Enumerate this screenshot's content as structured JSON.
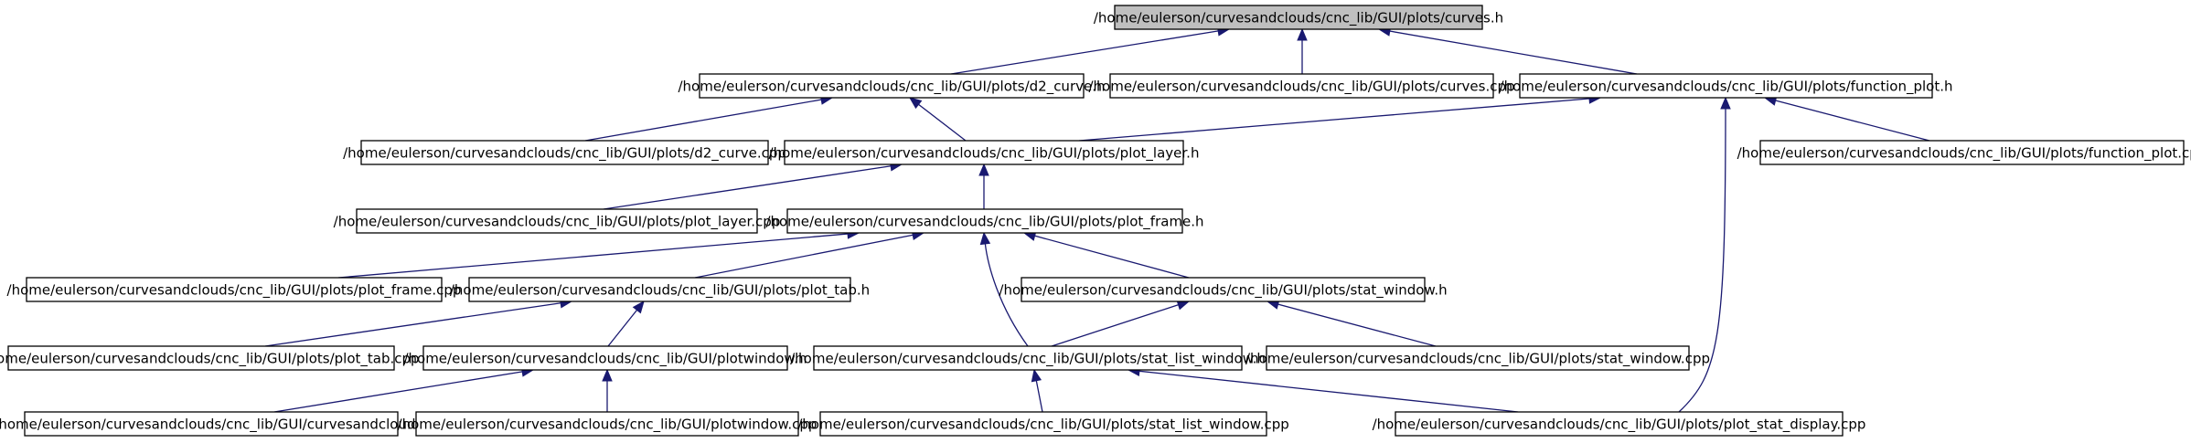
{
  "diagram": {
    "nodes": [
      {
        "id": "curves_h",
        "label": "/home/eulerson/curvesandclouds/cnc_lib/GUI/plots/curves.h",
        "highlighted": true
      },
      {
        "id": "d2_curve_h",
        "label": "/home/eulerson/curvesandclouds/cnc_lib/GUI/plots/d2_curve.h"
      },
      {
        "id": "curves_cpp",
        "label": "/home/eulerson/curvesandclouds/cnc_lib/GUI/plots/curves.cpp"
      },
      {
        "id": "function_plot_h",
        "label": "/home/eulerson/curvesandclouds/cnc_lib/GUI/plots/function_plot.h"
      },
      {
        "id": "d2_curve_cpp",
        "label": "/home/eulerson/curvesandclouds/cnc_lib/GUI/plots/d2_curve.cpp"
      },
      {
        "id": "plot_layer_h",
        "label": "/home/eulerson/curvesandclouds/cnc_lib/GUI/plots/plot_layer.h"
      },
      {
        "id": "function_plot_cpp",
        "label": "/home/eulerson/curvesandclouds/cnc_lib/GUI/plots/function_plot.cpp"
      },
      {
        "id": "plot_layer_cpp",
        "label": "/home/eulerson/curvesandclouds/cnc_lib/GUI/plots/plot_layer.cpp"
      },
      {
        "id": "plot_frame_h",
        "label": "/home/eulerson/curvesandclouds/cnc_lib/GUI/plots/plot_frame.h"
      },
      {
        "id": "plot_frame_cpp",
        "label": "/home/eulerson/curvesandclouds/cnc_lib/GUI/plots/plot_frame.cpp"
      },
      {
        "id": "plot_tab_h",
        "label": "/home/eulerson/curvesandclouds/cnc_lib/GUI/plots/plot_tab.h"
      },
      {
        "id": "stat_window_h",
        "label": "/home/eulerson/curvesandclouds/cnc_lib/GUI/plots/stat_window.h"
      },
      {
        "id": "plot_tab_cpp",
        "label": "/home/eulerson/curvesandclouds/cnc_lib/GUI/plots/plot_tab.cpp"
      },
      {
        "id": "plotwindow_h",
        "label": "/home/eulerson/curvesandclouds/cnc_lib/GUI/plotwindow.h"
      },
      {
        "id": "stat_list_window_h",
        "label": "/home/eulerson/curvesandclouds/cnc_lib/GUI/plots/stat_list_window.h"
      },
      {
        "id": "stat_window_cpp",
        "label": "/home/eulerson/curvesandclouds/cnc_lib/GUI/plots/stat_window.cpp"
      },
      {
        "id": "curvesandcloud_h",
        "label": "/home/eulerson/curvesandclouds/cnc_lib/GUI/curvesandcloud.h"
      },
      {
        "id": "plotwindow_cpp",
        "label": "/home/eulerson/curvesandclouds/cnc_lib/GUI/plotwindow.cpp"
      },
      {
        "id": "stat_list_window_cpp",
        "label": "/home/eulerson/curvesandclouds/cnc_lib/GUI/plots/stat_list_window.cpp"
      },
      {
        "id": "plot_stat_display_cpp",
        "label": "/home/eulerson/curvesandclouds/cnc_lib/GUI/plots/plot_stat_display.cpp"
      }
    ],
    "edges": [
      {
        "from": "d2_curve_h",
        "to": "curves_h"
      },
      {
        "from": "curves_cpp",
        "to": "curves_h"
      },
      {
        "from": "function_plot_h",
        "to": "curves_h"
      },
      {
        "from": "d2_curve_cpp",
        "to": "d2_curve_h"
      },
      {
        "from": "plot_layer_h",
        "to": "d2_curve_h"
      },
      {
        "from": "plot_layer_h",
        "to": "function_plot_h"
      },
      {
        "from": "function_plot_cpp",
        "to": "function_plot_h"
      },
      {
        "from": "plot_stat_display_cpp",
        "to": "function_plot_h"
      },
      {
        "from": "plot_layer_cpp",
        "to": "plot_layer_h"
      },
      {
        "from": "plot_frame_h",
        "to": "plot_layer_h"
      },
      {
        "from": "plot_frame_cpp",
        "to": "plot_frame_h"
      },
      {
        "from": "plot_tab_h",
        "to": "plot_frame_h"
      },
      {
        "from": "stat_list_window_h",
        "to": "plot_frame_h"
      },
      {
        "from": "stat_window_h",
        "to": "plot_frame_h"
      },
      {
        "from": "plot_tab_cpp",
        "to": "plot_tab_h"
      },
      {
        "from": "plotwindow_h",
        "to": "plot_tab_h"
      },
      {
        "from": "stat_list_window_h",
        "to": "stat_window_h"
      },
      {
        "from": "stat_window_cpp",
        "to": "stat_window_h"
      },
      {
        "from": "curvesandcloud_h",
        "to": "plotwindow_h"
      },
      {
        "from": "plotwindow_cpp",
        "to": "plotwindow_h"
      },
      {
        "from": "stat_list_window_cpp",
        "to": "stat_list_window_h"
      },
      {
        "from": "plot_stat_display_cpp",
        "to": "stat_list_window_h"
      }
    ],
    "colors": {
      "edge": "#191970",
      "node_fill": "#ffffff",
      "highlighted_fill": "#bfbfbf",
      "border": "#000000"
    }
  }
}
